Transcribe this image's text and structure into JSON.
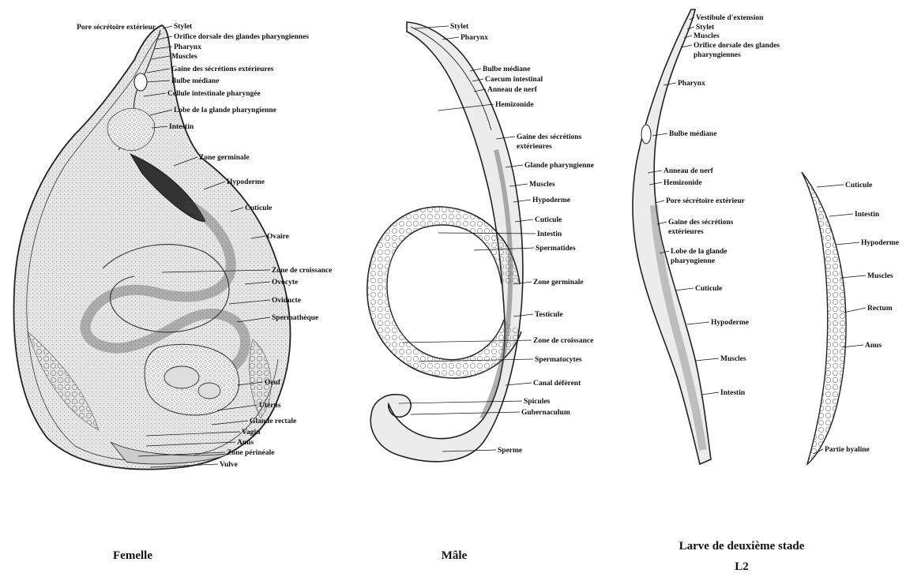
{
  "panels": [
    {
      "id": "female",
      "caption": "Femelle",
      "labels": [
        "Pore sécrétoire extérieur",
        "Stylet",
        "Orifice dorsale des glandes pharyngiennes",
        "Pharynx",
        "Muscles",
        "Gaine des sécrétions extérieures",
        "Bulbe médiane",
        "Cellule intestinale pharyngée",
        "Lobe de la glande pharyngienne",
        "Intestin",
        "Zone germinale",
        "Hypoderme",
        "Cuticule",
        "Ovaire",
        "Zone de croissance",
        "Ovocyte",
        "Oviducte",
        "Spermathèque",
        "Oeuf",
        "Utérus",
        "Glande rectale",
        "Vagin",
        "Anus",
        "Zone périnéale",
        "Vulve"
      ]
    },
    {
      "id": "male",
      "caption": "Mâle",
      "labels": [
        "Stylet",
        "Pharynx",
        "Bulbe médiane",
        "Caecum intestinal",
        "Anneau de nerf",
        "Hemizonide",
        "Gaine des sécrétions",
        "extérieures",
        "Glande pharyngienne",
        "Muscles",
        "Hypoderme",
        "Cuticule",
        "Intestin",
        "Spermatides",
        "Zone germinale",
        "Testicule",
        "Zone de croissance",
        "Spermatocytes",
        "Canal déférent",
        "Spicules",
        "Gubernaculum",
        "Sperme"
      ]
    },
    {
      "id": "larva",
      "caption": "Larve de deuxième stade",
      "caption2": "L2",
      "labels": [
        "Vestibule d'extension",
        "Stylet",
        "Muscles",
        "Orifice dorsale des glandes",
        "pharyngiennes",
        "Pharynx",
        "Bulbe médiane",
        "Anneau de nerf",
        "Hemizonide",
        "Pore sécrétoire extérieur",
        "Gaine des sécrétions",
        "extérieures",
        "Lobe de la glande",
        "pharyngienne",
        "Cuticule",
        "Hypoderme",
        "Muscles",
        "Intestin"
      ],
      "tail_labels": [
        "Cuticule",
        "Intestin",
        "Hypoderme",
        "Muscles",
        "Rectum",
        "Anus",
        "Partie hyaline"
      ]
    }
  ]
}
